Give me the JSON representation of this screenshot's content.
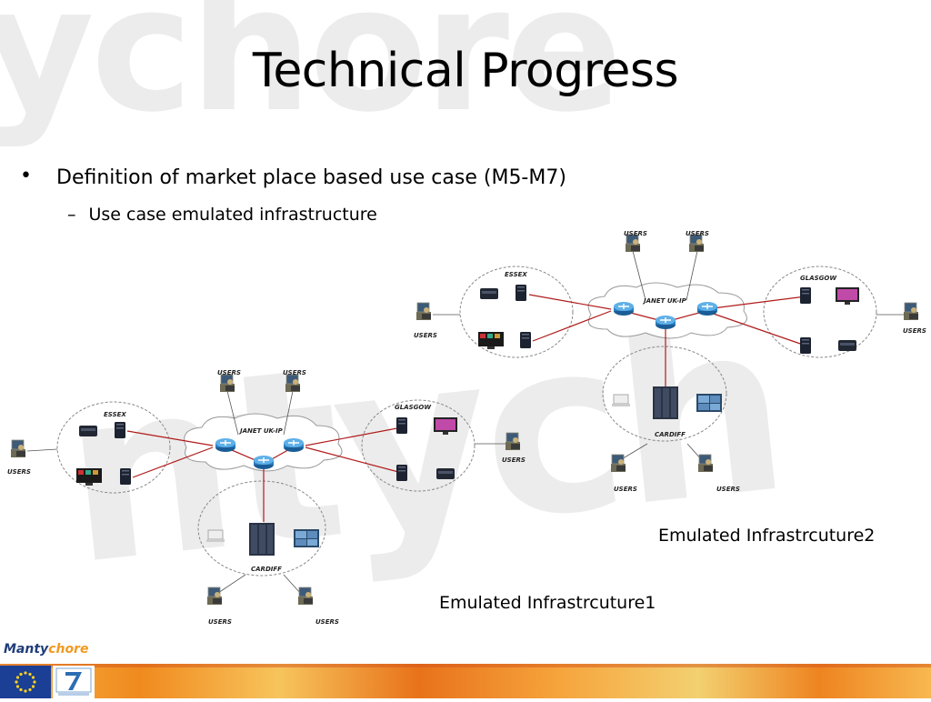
{
  "slide": {
    "title": "Technical Progress",
    "bullet1": "Definition of market place based use case (M5-M7)",
    "bullet2": "Use case emulated infrastructure",
    "bullet_mark": "•",
    "dash_mark": "–",
    "caption1": "Emulated Infrastrcuture1",
    "caption2": "Emulated Infrastrcuture2"
  },
  "watermark": {
    "text_top": "ychore",
    "text_bottom": "ntych"
  },
  "diagram1": {
    "essex": "ESSEX",
    "glasgow": "GLASGOW",
    "janet": "JANET UK-IP",
    "cardiff": "CARDIFF",
    "users": [
      "USERS",
      "USERS",
      "USERS",
      "USERS",
      "USERS",
      "USERS"
    ]
  },
  "diagram2": {
    "essex": "ESSEX",
    "glasgow": "GLASGOW",
    "janet": "JANET UK-IP",
    "cardiff": "CARDIFF",
    "users": [
      "USERS",
      "USERS",
      "USERS",
      "USERS",
      "USERS",
      "USERS"
    ]
  },
  "footer": {
    "logo_part1": "Manty",
    "logo_part2": "chore"
  },
  "colors": {
    "link": "#b01c1c",
    "router": "#2a7fc0",
    "band": "#f08a1e",
    "logo_blue": "#1f3d7a",
    "logo_orange": "#f19a1f"
  }
}
